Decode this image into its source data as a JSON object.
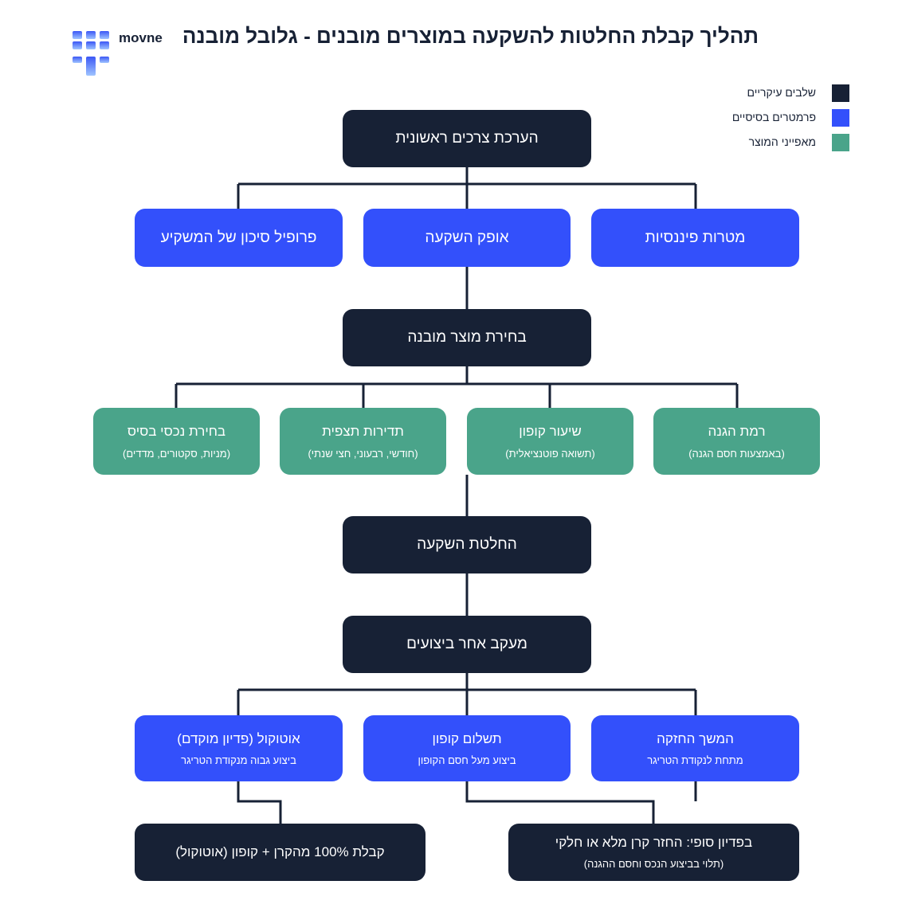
{
  "header": {
    "title": "תהליך קבלת החלטות להשקעה במוצרים מובנים - גלובל מובנה",
    "brand": "movne"
  },
  "legend": [
    {
      "label": "שלבים עיקריים",
      "color": "#172135"
    },
    {
      "label": "פרמטרים בסיסיים",
      "color": "#3350fb"
    },
    {
      "label": "מאפייני המוצר",
      "color": "#4aa48a"
    }
  ],
  "nodes": {
    "needs": {
      "title": "הערכת צרכים ראשונית"
    },
    "goals": {
      "title": "מטרות פיננסיות"
    },
    "style": {
      "title": "אופק השקעה"
    },
    "risk": {
      "title": "פרופיל סיכון של המשקיע"
    },
    "select": {
      "title": "בחירת מוצר מובנה"
    },
    "protection": {
      "title": "רמת הגנה",
      "sub": "(באמצעות חסם הגנה)"
    },
    "coupon_rate": {
      "title": "שיעור קופון",
      "sub": "(תשואה פוטנציאלית)"
    },
    "frequency": {
      "title": "תדירות תצפית",
      "sub": "(חודשי, רבעוני, חצי שנתי)"
    },
    "underlying": {
      "title": "בחירת נכסי בסיס",
      "sub": "(מניות, סקטורים, מדדים)"
    },
    "decision": {
      "title": "החלטת השקעה"
    },
    "tracking": {
      "title": "מעקב אחר ביצועים"
    },
    "continue": {
      "title": "המשך החזקה",
      "sub": "מתחת לנקודת הטריגר"
    },
    "coupon_pay": {
      "title": "תשלום קופון",
      "sub": "ביצוע מעל חסם הקופון"
    },
    "autocall": {
      "title": "אוטוקול (פדיון מוקדם)",
      "sub": "ביצוע גבוה מנקודת הטריגר"
    },
    "final": {
      "title": "בפדיון סופי: החזר קרן מלא או חלקי",
      "sub": "(תלוי בביצוע הנכס וחסם ההגנה)"
    },
    "full_return": {
      "title": "קבלת 100% מהקרן + קופון (אוטוקול)"
    }
  },
  "colors": {
    "line": "#172135",
    "dark": "#172135",
    "blue": "#3350fb",
    "green": "#4aa48a"
  }
}
